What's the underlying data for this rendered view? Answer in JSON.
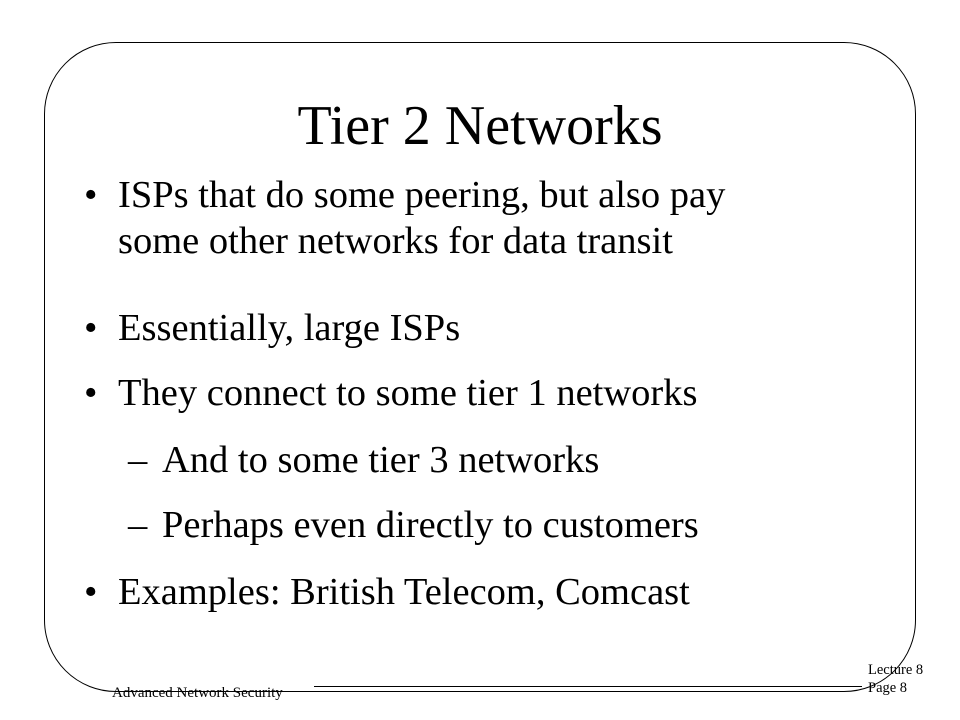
{
  "slide": {
    "title": "Tier 2 Networks",
    "bullets": [
      {
        "level": 1,
        "mark": "•",
        "lines": [
          "ISPs that do some peering, but also pay",
          "some other networks for data transit"
        ]
      },
      {
        "level": 1,
        "mark": "•",
        "lines": [
          "Essentially, large ISPs"
        ]
      },
      {
        "level": 1,
        "mark": "•",
        "lines": [
          "They connect to some tier 1 networks"
        ]
      },
      {
        "level": 2,
        "mark": "–",
        "lines": [
          "And to some tier 3 networks"
        ]
      },
      {
        "level": 2,
        "mark": "–",
        "lines": [
          "Perhaps even directly to customers"
        ]
      },
      {
        "level": 1,
        "mark": "•",
        "lines": [
          "Examples: British Telecom, Comcast"
        ]
      }
    ]
  },
  "footer": {
    "course": "Advanced Network Security",
    "lecture": "Lecture 8",
    "page": "Page 8"
  }
}
